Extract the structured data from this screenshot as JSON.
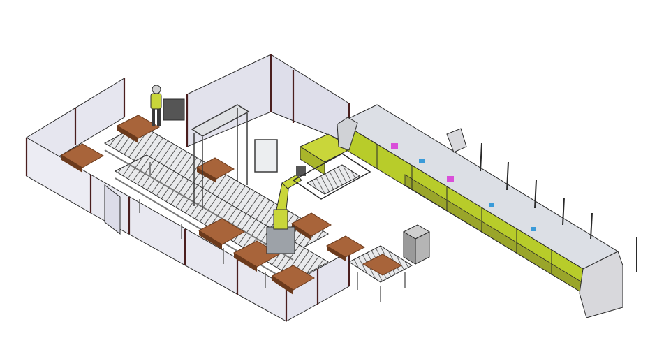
{
  "diagram": {
    "subject": "isometric-production-line",
    "components": [
      "fenced-cell",
      "operator-figure",
      "pallet-roller-conveyor",
      "gantry-frame",
      "industrial-robot-arm",
      "control-cabinet",
      "output-conveyor",
      "enclosed-machine-line",
      "safety-guard-posts"
    ]
  },
  "colors": {
    "outline": "#2a2a2a",
    "fence_fill": "#e6e6ef",
    "fence_post": "#4a1e1e",
    "wood": "#a8643a",
    "wood_dark": "#6b3a1c",
    "robot_yellow": "#c9d63a",
    "machine_lime": "#b8cc2a",
    "machine_gray": "#d8d8dc",
    "metal": "#bfc3c8",
    "cabinet": "#9a9a9a"
  }
}
